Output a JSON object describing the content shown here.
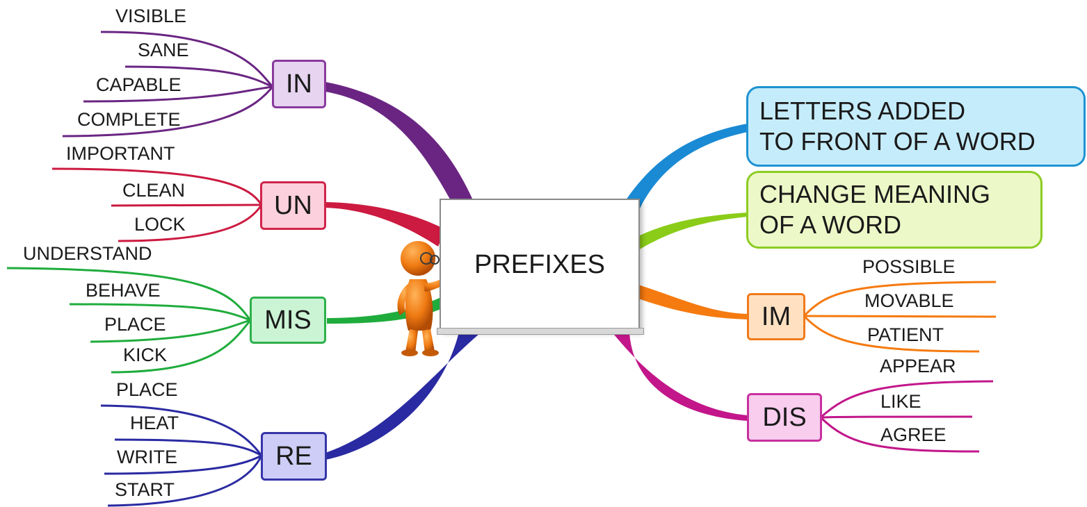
{
  "center": {
    "label": "PREFIXES"
  },
  "descriptions": [
    {
      "line1": "LETTERS ADDED",
      "line2": "TO FRONT OF A WORD",
      "fill": "#c5ecfa",
      "border": "#1e92d2"
    },
    {
      "line1": "CHANGE MEANING",
      "line2": "OF A WORD",
      "fill": "#edf8c8",
      "border": "#8ccc22"
    }
  ],
  "prefixes": {
    "in": {
      "label": "IN",
      "fill": "#e6d4f0",
      "border": "#8a3a9e",
      "color": "#6a2582",
      "words": [
        "VISIBLE",
        "SANE",
        "CAPABLE",
        "COMPLETE"
      ]
    },
    "un": {
      "label": "UN",
      "fill": "#fcd0dc",
      "border": "#d0254b",
      "color": "#cc1a40",
      "words": [
        "IMPORTANT",
        "CLEAN",
        "LOCK"
      ]
    },
    "mis": {
      "label": "MIS",
      "fill": "#cbf4d5",
      "border": "#2eb04a",
      "color": "#1fac3c",
      "words": [
        "UNDERSTAND",
        "BEHAVE",
        "PLACE",
        "KICK"
      ]
    },
    "re": {
      "label": "RE",
      "fill": "#cdcdf7",
      "border": "#3535a8",
      "color": "#2a2aa2",
      "words": [
        "PLACE",
        "HEAT",
        "WRITE",
        "START"
      ]
    },
    "im": {
      "label": "IM",
      "fill": "#ffe1c1",
      "border": "#f07a1a",
      "color": "#f57a10",
      "words": [
        "POSSIBLE",
        "MOVABLE",
        "PATIENT"
      ]
    },
    "dis": {
      "label": "DIS",
      "fill": "#f8cdee",
      "border": "#c8309e",
      "color": "#c2168a",
      "words": [
        "APPEAR",
        "LIKE",
        "AGREE"
      ]
    }
  },
  "colors": {
    "description_branch_blue": "#1a8ad4",
    "description_branch_green": "#8acc18",
    "figure_orange": "#ef7a12"
  }
}
